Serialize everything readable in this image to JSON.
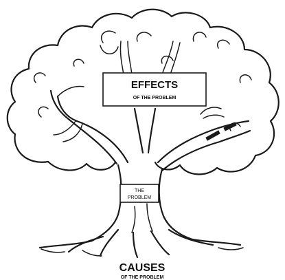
{
  "effects": {
    "title": "EFFECTS",
    "subtitle": "OF THE PROBLEM"
  },
  "problem": {
    "line1": "THE",
    "line2": "PROBLEM"
  },
  "causes": {
    "title": "CAUSES",
    "subtitle": "OF THE PROBLEM"
  }
}
